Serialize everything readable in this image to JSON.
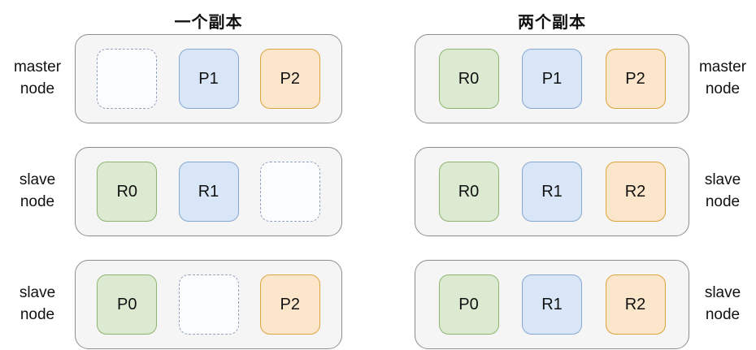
{
  "palette": {
    "text": "#111111",
    "box-fill": "#f5f5f6",
    "box-border": "#8d8d8d",
    "green-fill": "#dcead2",
    "green-border": "#8db56f",
    "blue-fill": "#d8e6f7",
    "blue-border": "#86a7cf",
    "orange-fill": "#fce6cb",
    "orange-border": "#d9a43b",
    "empty-fill": "#fbfcfd",
    "empty-border": "#93a1bd"
  },
  "diagram": {
    "columns": [
      {
        "title": "一个副本",
        "label_side": "left",
        "rows": [
          {
            "node_label": "master node",
            "cells": [
              {
                "type": "empty",
                "label": ""
              },
              {
                "type": "blue",
                "label": "P1"
              },
              {
                "type": "orange",
                "label": "P2"
              }
            ]
          },
          {
            "node_label": "slave node",
            "cells": [
              {
                "type": "green",
                "label": "R0"
              },
              {
                "type": "blue",
                "label": "R1"
              },
              {
                "type": "empty",
                "label": ""
              }
            ]
          },
          {
            "node_label": "slave node",
            "cells": [
              {
                "type": "green",
                "label": "P0"
              },
              {
                "type": "empty",
                "label": ""
              },
              {
                "type": "orange",
                "label": "P2"
              }
            ]
          }
        ]
      },
      {
        "title": "两个副本",
        "label_side": "right",
        "rows": [
          {
            "node_label": "master node",
            "cells": [
              {
                "type": "green",
                "label": "R0"
              },
              {
                "type": "blue",
                "label": "P1"
              },
              {
                "type": "orange",
                "label": "P2"
              }
            ]
          },
          {
            "node_label": "slave node",
            "cells": [
              {
                "type": "green",
                "label": "R0"
              },
              {
                "type": "blue",
                "label": "R1"
              },
              {
                "type": "orange",
                "label": "R2"
              }
            ]
          },
          {
            "node_label": "slave node",
            "cells": [
              {
                "type": "green",
                "label": "P0"
              },
              {
                "type": "blue",
                "label": "R1"
              },
              {
                "type": "orange",
                "label": "R2"
              }
            ]
          }
        ]
      }
    ]
  }
}
